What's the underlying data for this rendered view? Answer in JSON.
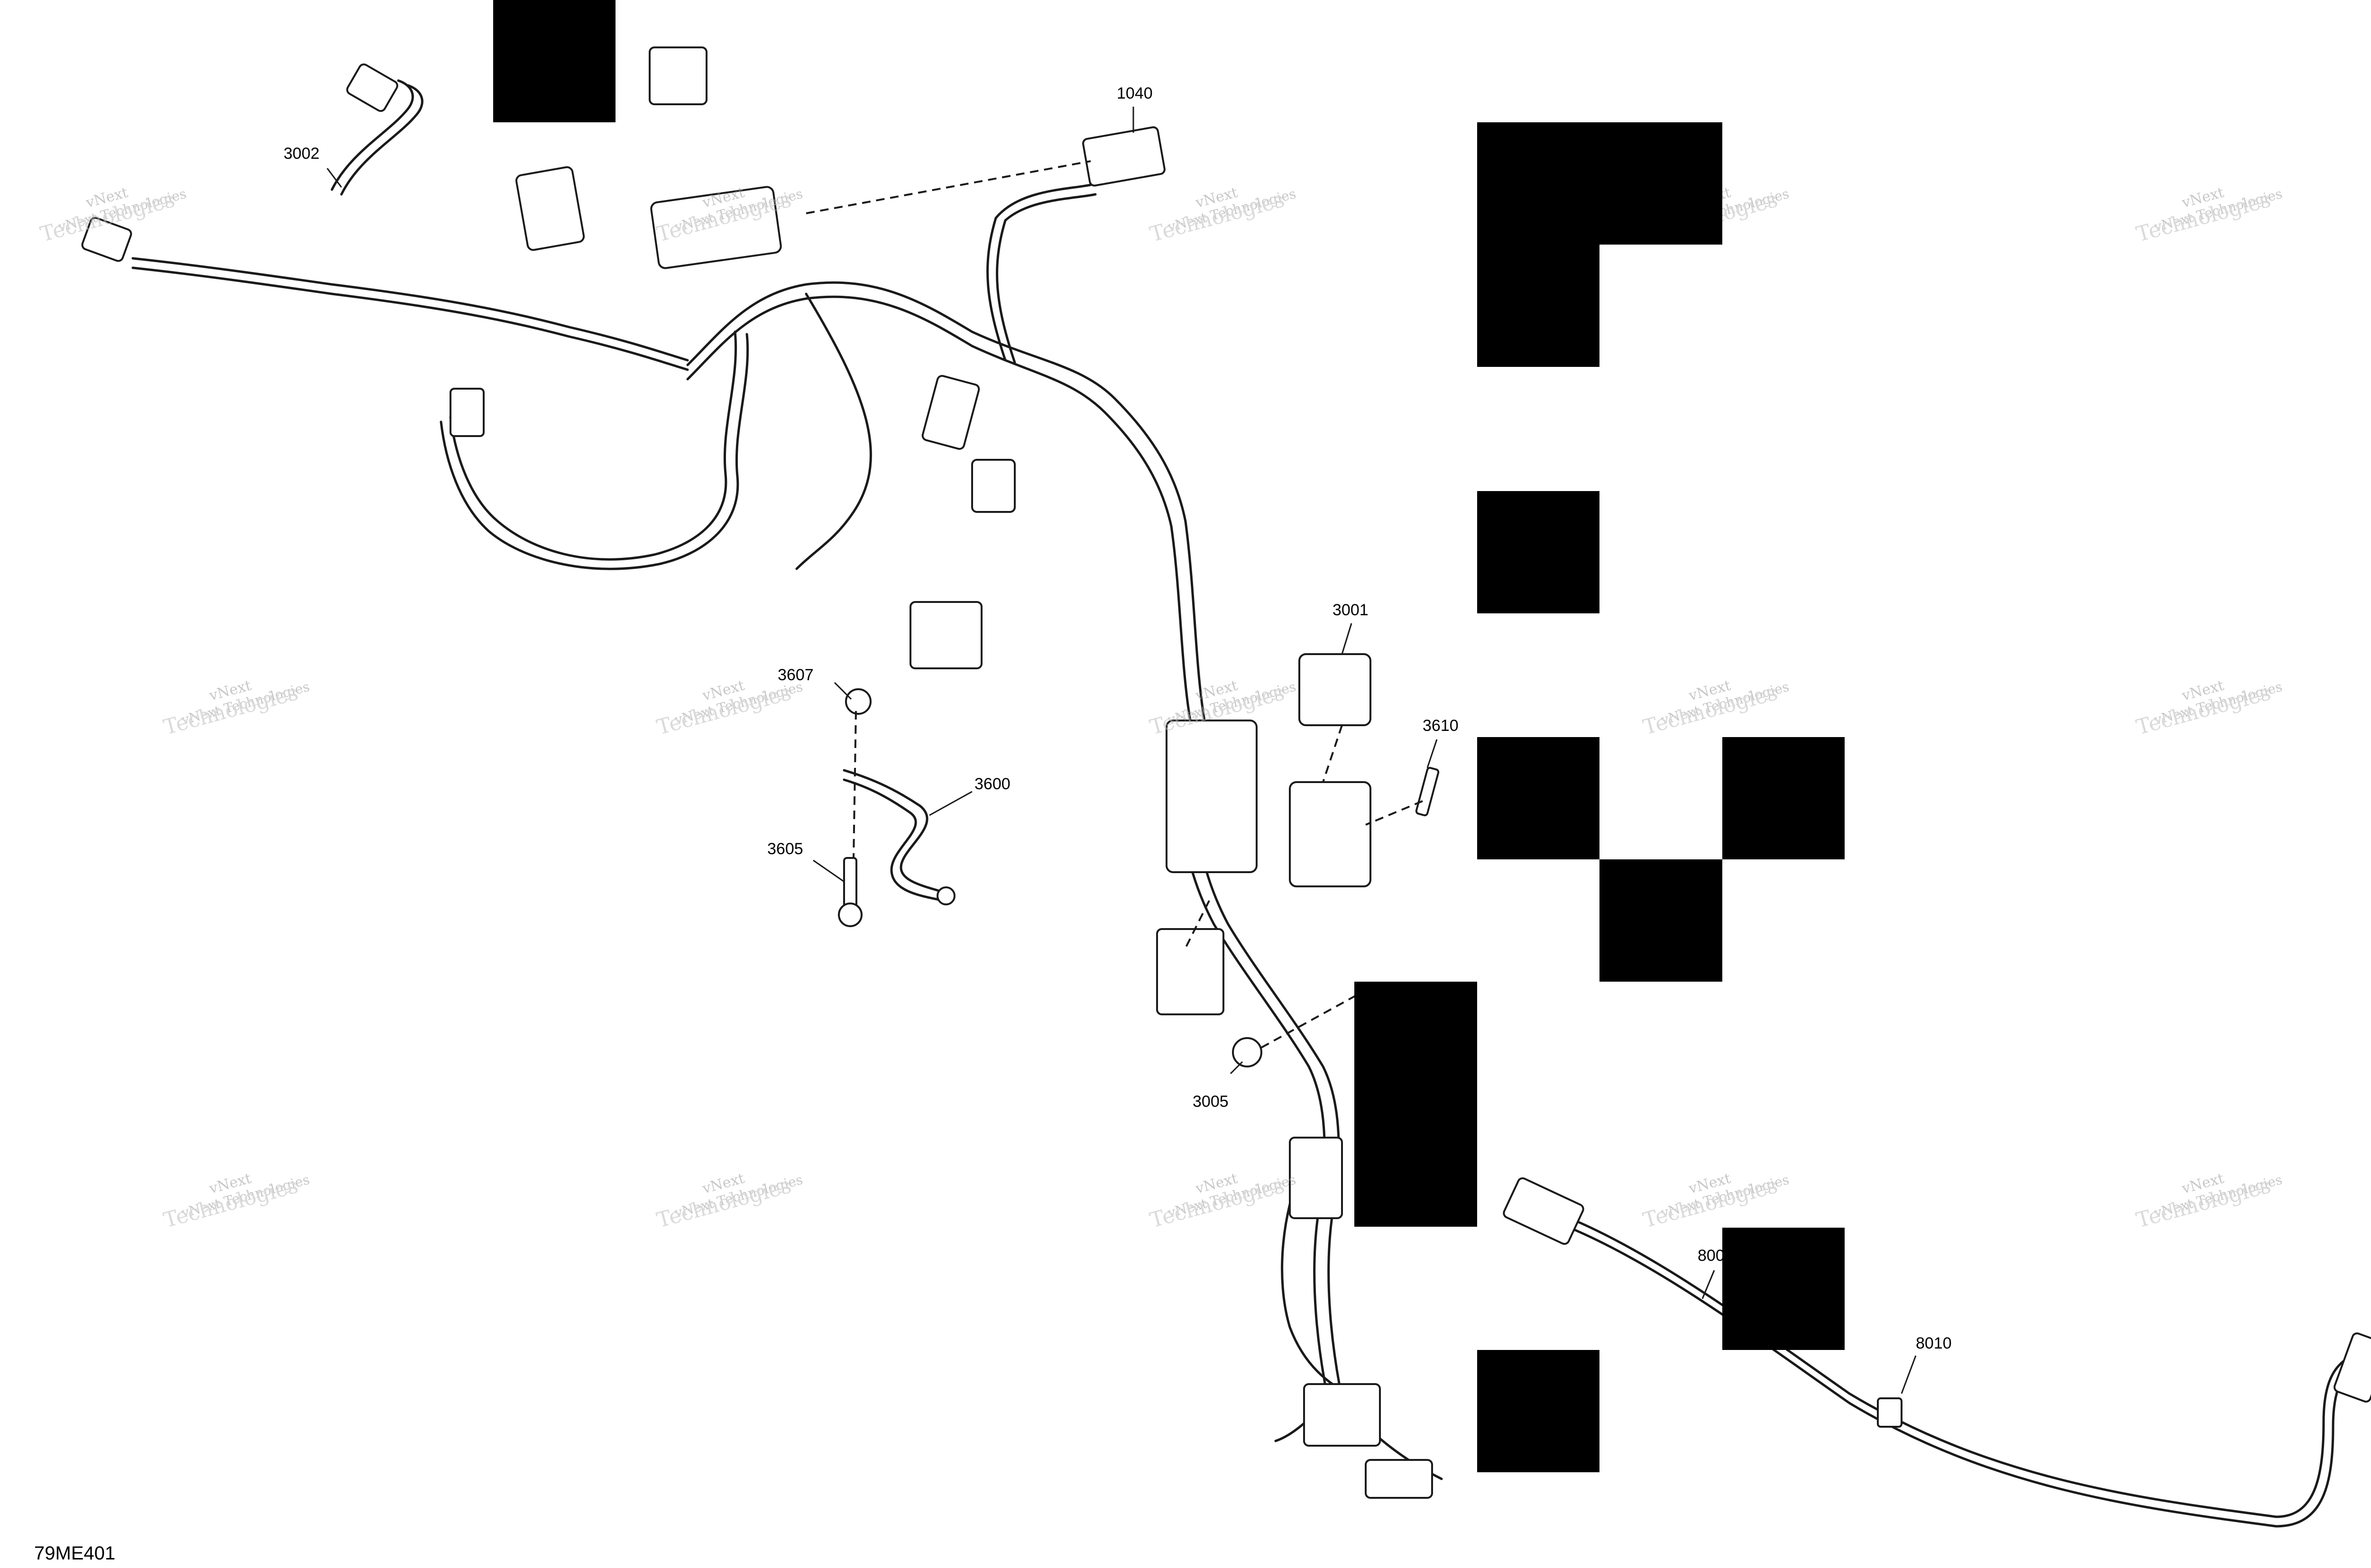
{
  "figure_id": "79ME401",
  "watermark": {
    "line1": "vNext",
    "line2": "vNext Technologies",
    "line3": "Technologies"
  },
  "callouts": [
    {
      "id": "c-3002",
      "text": "3002"
    },
    {
      "id": "c-1040",
      "text": "1040"
    },
    {
      "id": "c-3001",
      "text": "3001"
    },
    {
      "id": "c-3607",
      "text": "3607"
    },
    {
      "id": "c-3610",
      "text": "3610"
    },
    {
      "id": "c-3600",
      "text": "3600"
    },
    {
      "id": "c-3605",
      "text": "3605"
    },
    {
      "id": "c-3005",
      "text": "3005"
    },
    {
      "id": "c-800x",
      "text": "800"
    },
    {
      "id": "c-8010",
      "text": "8010"
    }
  ],
  "colors": {
    "line": "#1a1a1a",
    "redaction": "#000000",
    "watermark": "#9a9a9a"
  }
}
